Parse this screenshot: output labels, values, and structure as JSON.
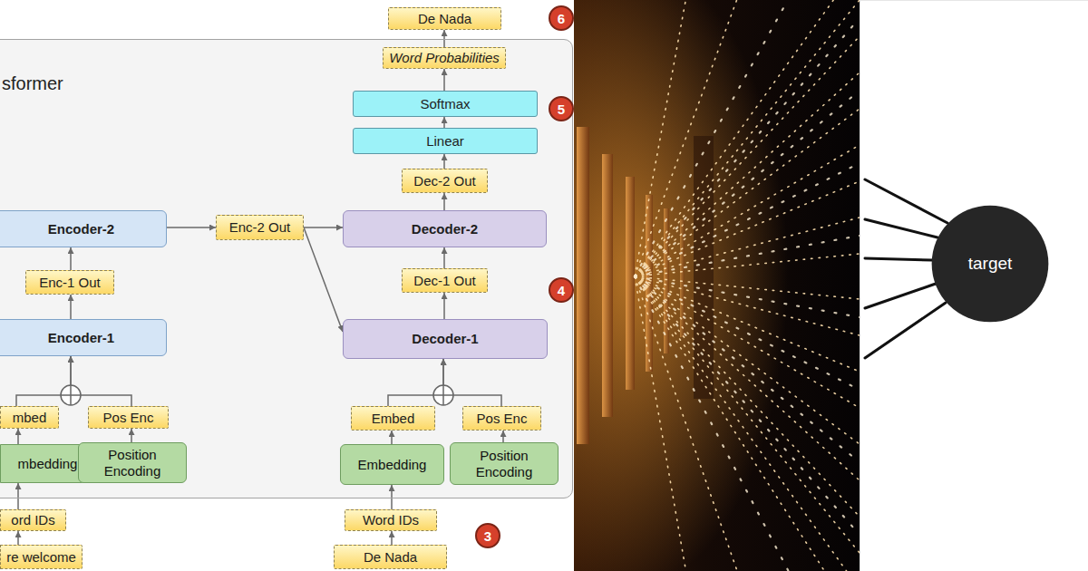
{
  "diagram": {
    "nodes": [
      {
        "text": [
          "De Nada"
        ]
      },
      {
        "text": [
          "sformer"
        ]
      },
      {
        "text": [
          "Word Probabilities"
        ],
        "in": 1
      },
      {
        "text": [
          "Softmax"
        ],
        "in": 1
      },
      {
        "text": [
          "Linear"
        ],
        "in": 1
      },
      {
        "text": [
          "Dec-2 Out"
        ],
        "in": 1
      },
      {
        "text": [
          "Encoder-2"
        ],
        "in": 1
      },
      {
        "text": [
          "Enc-2 Out"
        ],
        "in": 1
      },
      {
        "text": [
          "Decoder-2"
        ],
        "in": 1
      },
      {
        "text": [
          "Enc-1 Out"
        ],
        "in": 1
      },
      {
        "text": [
          "Dec-1 Out"
        ],
        "in": 1
      },
      {
        "text": [
          "Encoder-1"
        ],
        "in": 1
      },
      {
        "text": [
          "Decoder-1"
        ],
        "in": 1
      },
      {
        "text": [
          "mbed"
        ],
        "in": 1
      },
      {
        "text": [
          "Pos Enc"
        ],
        "in": 1
      },
      {
        "text": [
          "Embed"
        ],
        "in": 1
      },
      {
        "text": [
          "Pos Enc"
        ],
        "in": 1
      },
      {
        "text": [
          "mbedding"
        ],
        "in": 1
      },
      {
        "text": [
          "Position Encoding"
        ],
        "in": 1
      },
      {
        "text": [
          "Embedding"
        ],
        "in": 1
      },
      {
        "text": [
          "Position Encoding"
        ],
        "in": 1
      },
      {
        "text": [
          "ord IDs"
        ]
      },
      {
        "text": [
          "Word IDs"
        ]
      },
      {
        "text": [
          "re welcome"
        ]
      },
      {
        "text": [
          "De Nada"
        ]
      },
      {
        "text": [
          "target"
        ]
      }
    ],
    "edges": [
      {
        "from": 2,
        "to": 0,
        "arrow": "to"
      },
      {
        "from": 3,
        "to": 2,
        "arrow": "to"
      },
      {
        "from": 4,
        "to": 3,
        "arrow": "to"
      },
      {
        "from": 5,
        "to": 4,
        "arrow": "to"
      },
      {
        "from": 8,
        "to": 5,
        "arrow": "to"
      },
      {
        "from": 10,
        "to": 8,
        "arrow": "to"
      },
      {
        "from": 12,
        "to": 10,
        "arrow": "to"
      },
      {
        "from": 6,
        "to": 7,
        "arrow": "to"
      },
      {
        "from": 7,
        "to": 8,
        "arrow": "to"
      },
      {
        "from": 7,
        "to": 12,
        "arrow": "to"
      },
      {
        "from": 9,
        "to": 6,
        "arrow": "to"
      },
      {
        "from": 11,
        "to": 9,
        "arrow": "to"
      },
      {
        "from": 13,
        "to": 11,
        "arrow": "to"
      },
      {
        "from": 14,
        "to": 11,
        "arrow": "to"
      },
      {
        "from": 15,
        "to": 12,
        "arrow": "to"
      },
      {
        "from": 16,
        "to": 12,
        "arrow": "to"
      },
      {
        "from": 17,
        "to": 13,
        "arrow": "to"
      },
      {
        "from": 18,
        "to": 14,
        "arrow": "to"
      },
      {
        "from": 19,
        "to": 15,
        "arrow": "to"
      },
      {
        "from": 20,
        "to": 16,
        "arrow": "to"
      },
      {
        "from": 21,
        "to": 17,
        "arrow": "to"
      },
      {
        "from": 22,
        "to": 19,
        "arrow": "to"
      },
      {
        "from": 23,
        "to": 21,
        "arrow": "to"
      },
      {
        "from": 24,
        "to": 22,
        "arrow": "to"
      }
    ],
    "labels": [
      "6",
      "5",
      "4",
      "3"
    ]
  }
}
